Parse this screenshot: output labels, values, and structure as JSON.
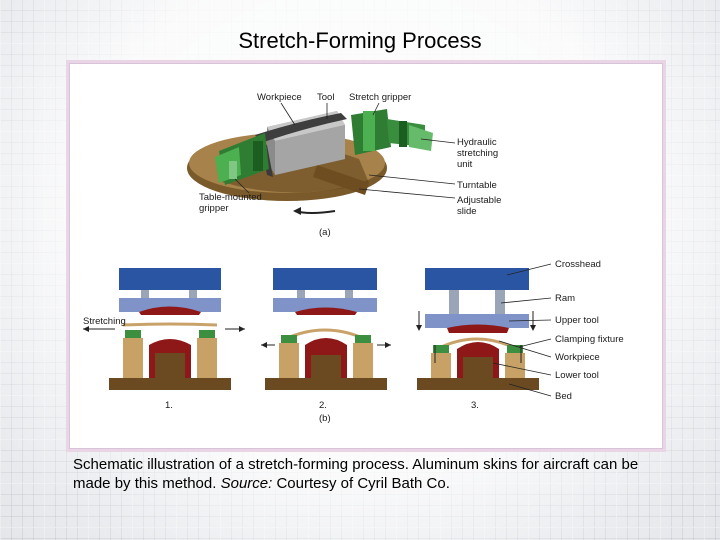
{
  "slide": {
    "title": "Stretch-Forming Process",
    "caption_main": "Schematic illustration of a stretch-forming process.  Aluminum skins for aircraft can be made by this method.",
    "caption_source_label": "Source:",
    "caption_source_text": "Courtesy of Cyril Bath Co."
  },
  "figure_a": {
    "labels": {
      "workpiece": "Workpiece",
      "tool": "Tool",
      "stretch_gripper": "Stretch gripper",
      "hydraulic_line1": "Hydraulic",
      "hydraulic_line2": "stretching",
      "hydraulic_line3": "unit",
      "turntable": "Turntable",
      "adjustable_line1": "Adjustable",
      "adjustable_line2": "slide",
      "table_gripper_line1": "Table-mounted",
      "table_gripper_line2": "gripper"
    },
    "caption": "(a)"
  },
  "figure_b": {
    "labels": {
      "stretching": "Stretching",
      "crosshead": "Crosshead",
      "ram": "Ram",
      "upper_tool": "Upper tool",
      "clamping_fixture": "Clamping fixture",
      "workpiece": "Workpiece",
      "lower_tool": "Lower tool",
      "bed": "Bed"
    },
    "steps": [
      "1.",
      "2.",
      "3."
    ],
    "caption": "(b)"
  },
  "colors": {
    "crosshead_blue": "#2a55a3",
    "ram_blue": "#7f93c9",
    "column_gray": "#9aa6b8",
    "bed_brown": "#6b4a22",
    "die_red": "#8e1818",
    "gripper_green": "#3c8f3f",
    "post_tan": "#c7a165",
    "turntable_brown": "#7a5a2a"
  }
}
